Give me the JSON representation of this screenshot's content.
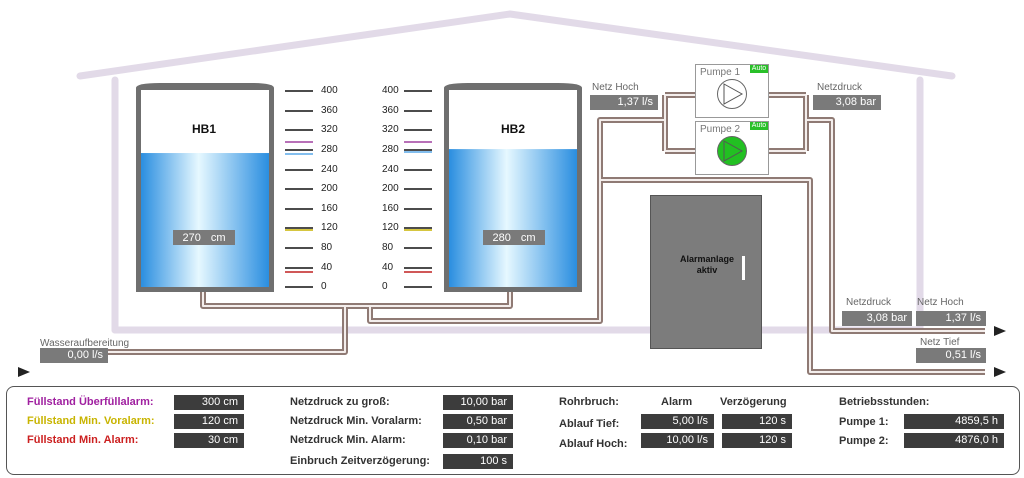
{
  "tanks": {
    "hb1": {
      "label": "HB1",
      "level_value": "270",
      "level_unit": "cm",
      "fill_fraction": 0.68
    },
    "hb2": {
      "label": "HB2",
      "level_value": "280",
      "level_unit": "cm",
      "fill_fraction": 0.7
    }
  },
  "scale": [
    "400",
    "360",
    "320",
    "280",
    "240",
    "200",
    "160",
    "120",
    "80",
    "40",
    "0"
  ],
  "marker_colors": {
    "overfill": "#a040a0",
    "pre_alarm": "#c8b400",
    "min_alarm": "#c02020"
  },
  "pumps": [
    {
      "label": "Pumpe 1",
      "mode": "Auto",
      "state": "off",
      "color": "#ffffff"
    },
    {
      "label": "Pumpe 2",
      "mode": "Auto",
      "state": "on",
      "color": "#22c022"
    }
  ],
  "network": {
    "netz_hoch_top": {
      "label": "Netz Hoch",
      "value": "1,37 l/s"
    },
    "netzdruck_top": {
      "label": "Netzdruck",
      "value": "3,08 bar"
    },
    "netzdruck_right": {
      "label": "Netzdruck",
      "value": "3,08 bar"
    },
    "netz_hoch_right": {
      "label": "Netz Hoch",
      "value": "1,37 l/s"
    },
    "netz_tief": {
      "label": "Netz Tief",
      "value": "0,51 l/s"
    },
    "wasseraufbereitung": {
      "label": "Wasseraufbereitung",
      "value": "0,00 l/s"
    }
  },
  "alarm_system": {
    "line1": "Alarmanlage",
    "line2": "aktiv"
  },
  "panel": {
    "fill_levels": [
      {
        "label": "Füllstand Überfüllalarm:",
        "value": "300 cm",
        "color": "#a020a0"
      },
      {
        "label": "Füllstand Min. Voralarm:",
        "value": "120 cm",
        "color": "#c8b400"
      },
      {
        "label": "Füllstand Min. Alarm:",
        "value": "30 cm",
        "color": "#cc2020"
      }
    ],
    "pressure": [
      {
        "label": "Netzdruck zu groß:",
        "value": "10,00 bar"
      },
      {
        "label": "Netzdruck Min. Voralarm:",
        "value": "0,50 bar"
      },
      {
        "label": "Netzdruck Min. Alarm:",
        "value": "0,10 bar"
      },
      {
        "label": "Einbruch Zeitverzögerung:",
        "value": "100 s"
      }
    ],
    "pipe_break": {
      "title": "Rohrbruch:",
      "col_alarm": "Alarm",
      "col_delay": "Verzögerung",
      "rows": [
        {
          "label": "Ablauf Tief:",
          "alarm": "5,00 l/s",
          "delay": "120 s"
        },
        {
          "label": "Ablauf Hoch:",
          "alarm": "10,00 l/s",
          "delay": "120 s"
        }
      ]
    },
    "hours": {
      "title": "Betriebsstunden:",
      "rows": [
        {
          "label": "Pumpe 1:",
          "value": "4859,5 h"
        },
        {
          "label": "Pumpe 2:",
          "value": "4876,0 h"
        }
      ]
    }
  }
}
